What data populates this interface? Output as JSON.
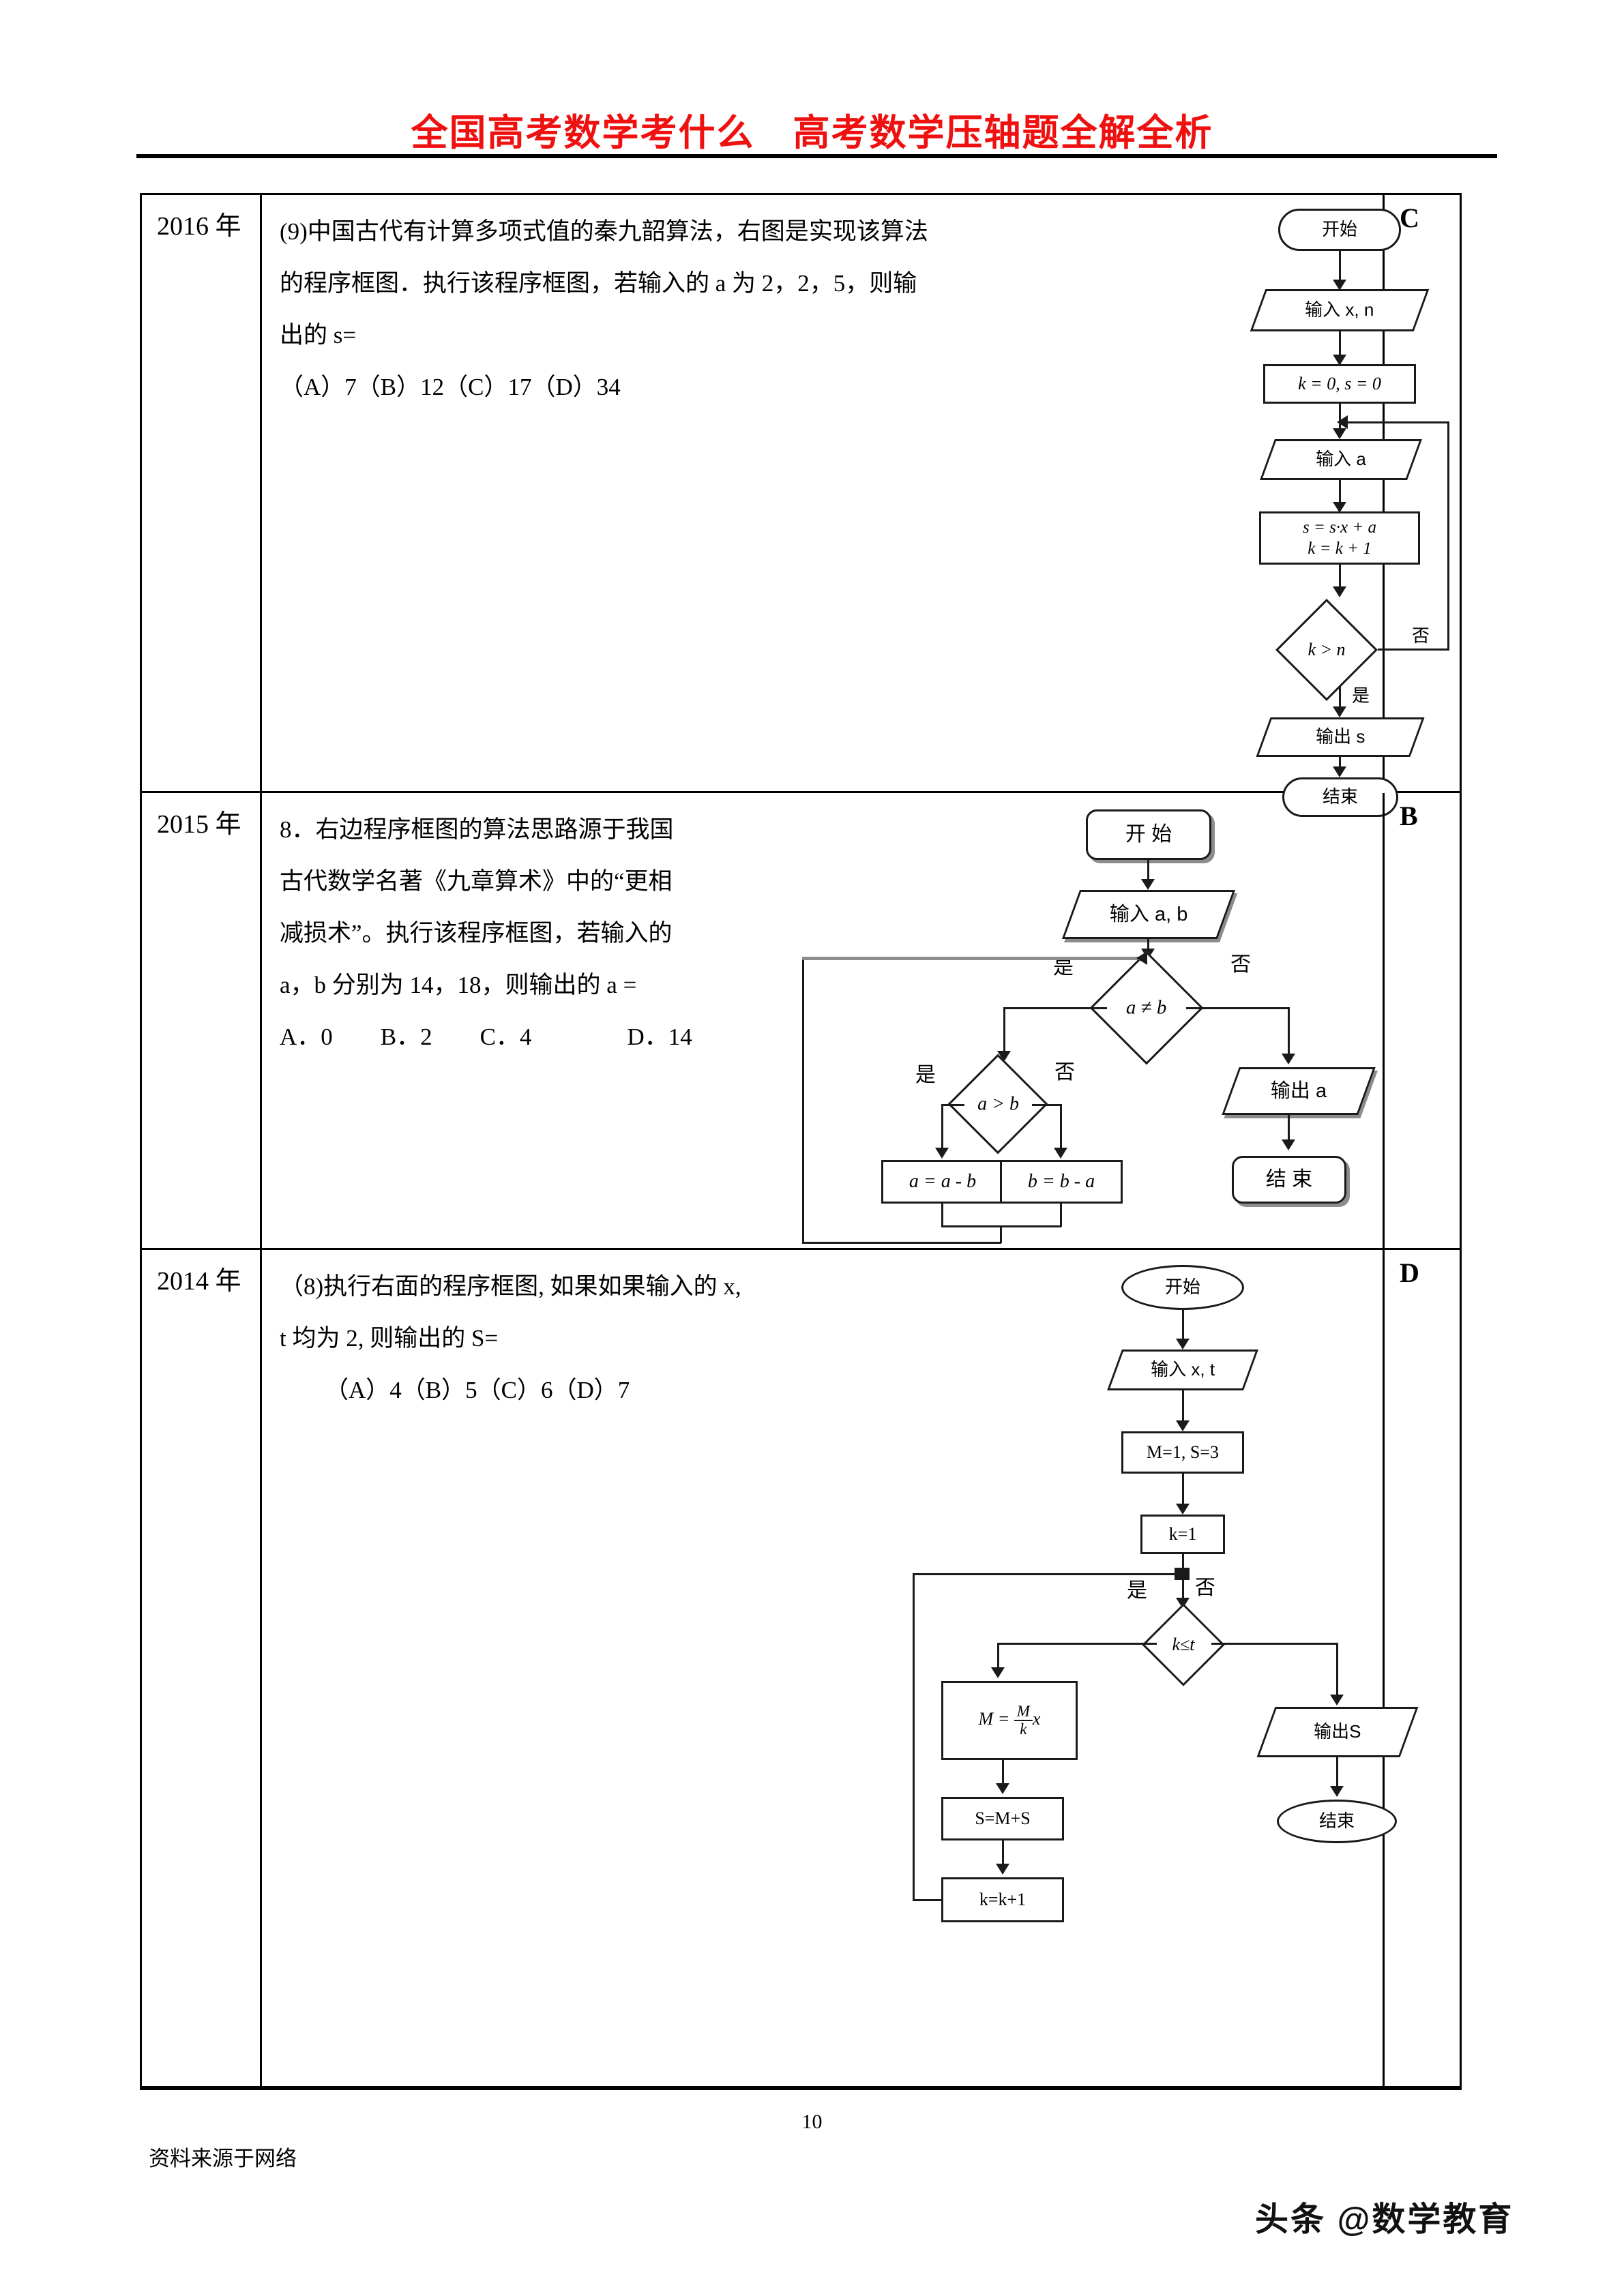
{
  "header": {
    "title": "全国高考数学考什么　高考数学压轴题全解全析"
  },
  "table": {
    "rows": [
      {
        "year": "2016 年",
        "answer": "C",
        "question_lines": [
          "(9)中国古代有计算多项式值的秦九韶算法，右图是实现该算法",
          "的程序框图．执行该程序框图，若输入的 a 为 2，2，5，则输",
          "出的 s="
        ],
        "options": "（A）7（B）12（C）17（D）34",
        "flowchart": {
          "start": "开始",
          "input_xn": "输入 x, n",
          "init": "k = 0, s = 0",
          "input_a": "输入 a",
          "process_line1": "s = s·x + a",
          "process_line2": "k = k + 1",
          "decision": "k > n",
          "label_no": "否",
          "label_yes": "是",
          "output": "输出 s",
          "end": "结束"
        }
      },
      {
        "year": "2015 年",
        "answer": "B",
        "question_lines": [
          "8．右边程序框图的算法思路源于我国",
          "古代数学名著《九章算术》中的“更相",
          "减损术”。执行该程序框图，若输入的",
          "a，b 分别为 14，18，则输出的 a ="
        ],
        "options": "A．0　　B．2　　C．4　　　　D．14",
        "flowchart": {
          "start": "开 始",
          "input_ab": "输入 a, b",
          "decision1": "a ≠ b",
          "decision1_yes": "是",
          "decision1_no": "否",
          "decision2": "a > b",
          "decision2_yes": "是",
          "decision2_no": "否",
          "proc_left": "a = a - b",
          "proc_right": "b = b - a",
          "output": "输出 a",
          "end": "结 束"
        }
      },
      {
        "year": "2014 年",
        "answer": "D",
        "question_lines": [
          "（8)执行右面的程序框图, 如果如果输入的 x,",
          "t 均为 2, 则输出的 S="
        ],
        "options": "（A）4（B）5（C）6（D）7",
        "flowchart": {
          "start": "开始",
          "input_xt": "输入 x, t",
          "init_ms": "M=1, S=3",
          "init_k": "k=1",
          "decision": "k≤t",
          "label_yes": "是",
          "label_no": "否",
          "proc_m_prefix": "M =",
          "proc_m_num": "M",
          "proc_m_den": "k",
          "proc_m_suffix": "x",
          "proc_s": "S=M+S",
          "proc_k": "k=k+1",
          "output": "输出S",
          "end": "结束"
        }
      }
    ]
  },
  "footer": {
    "page_number": "10",
    "source_note": "资料来源于网络",
    "watermark": "头条 @数学教育"
  }
}
